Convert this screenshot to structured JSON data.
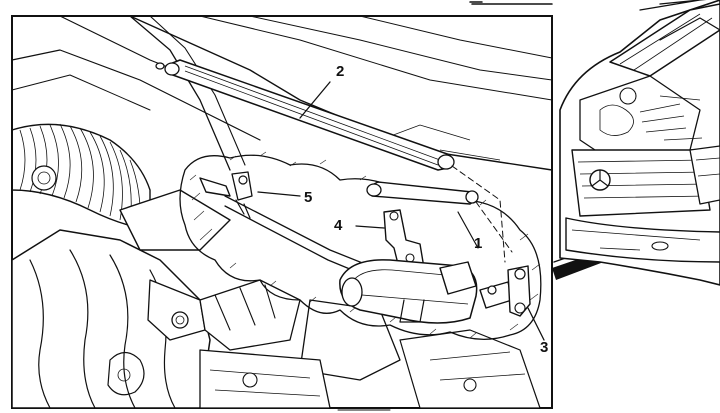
{
  "callouts": [
    {
      "id": "1",
      "label": "1"
    },
    {
      "id": "2",
      "label": "2"
    },
    {
      "id": "3",
      "label": "3"
    },
    {
      "id": "4",
      "label": "4"
    },
    {
      "id": "5",
      "label": "5"
    }
  ],
  "colors": {
    "ink": "#111111",
    "paper": "#ffffff"
  }
}
